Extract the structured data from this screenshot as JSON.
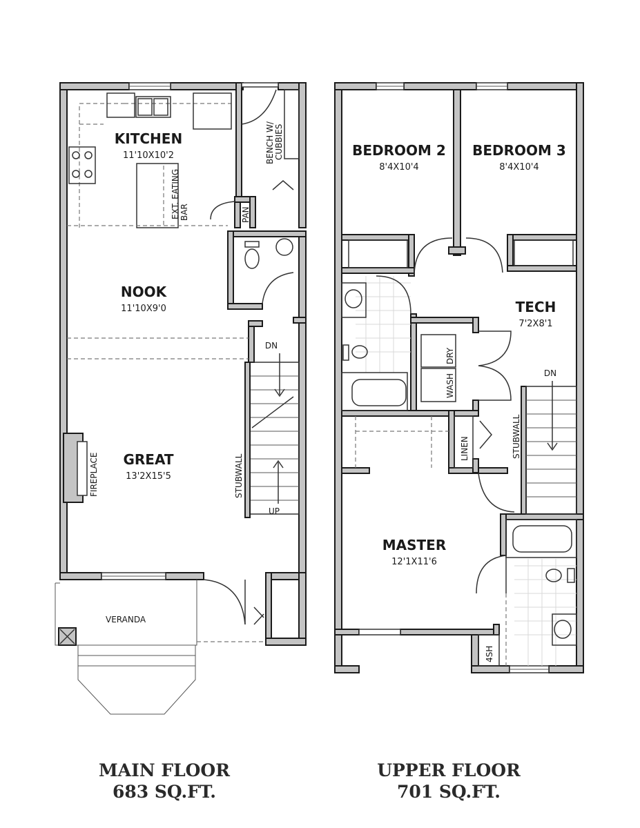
{
  "main_floor": {
    "title": "MAIN FLOOR",
    "area": "683 SQ.FT.",
    "rooms": [
      {
        "name": "KITCHEN",
        "size": "11'10X10'2"
      },
      {
        "name": "NOOK",
        "size": "11'10X9'0"
      },
      {
        "name": "GREAT",
        "size": "13'2X15'5"
      }
    ],
    "labels": {
      "bench": "BENCH W/",
      "cubbies": "CUBBIES",
      "eating": "EXT. EATING",
      "bar": "BAR",
      "pantry": "PAN",
      "down": "DN",
      "up": "UP",
      "stubwall": "STUBWALL",
      "fireplace": "FIREPLACE",
      "veranda": "VERANDA"
    }
  },
  "upper_floor": {
    "title": "UPPER FLOOR",
    "area": "701 SQ.FT.",
    "rooms": [
      {
        "name": "BEDROOM 2",
        "size": "8'4X10'4"
      },
      {
        "name": "BEDROOM 3",
        "size": "8'4X10'4"
      },
      {
        "name": "TECH",
        "size": "7'2X8'1"
      },
      {
        "name": "MASTER",
        "size": "12'1X11'6"
      }
    ],
    "labels": {
      "dry": "DRY",
      "wash": "WASH",
      "linen": "LINEN",
      "down": "DN",
      "stubwall": "STUBWALL",
      "shower": "4SH"
    }
  }
}
